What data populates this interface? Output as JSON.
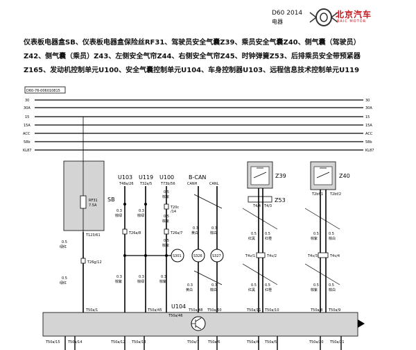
{
  "header": {
    "model": "D60 2014",
    "section": "电器",
    "brand_cn": "北京汽车",
    "brand_en": "BAIC MOTOR"
  },
  "title_lines": [
    "仪表板电器盒SB、仪表板电器盒保险丝RF31、驾驶员安全气囊Z39、乘员安全气囊Z40、侧气囊（驾驶员）",
    "Z42、侧气囊（乘员）Z43、左侧安全气帘Z44、右侧安全气帘Z45、时钟弹簧Z53、后排乘员安全带预紧器",
    "Z165、发动机控制单元U100、安全气囊控制单元U104、车身控制器U103、远程信息技术控制单元U119"
  ],
  "diagram": {
    "code": "D60-76-006010815",
    "rails": [
      "30",
      "30A",
      "15",
      "15A",
      "ACC",
      "58b",
      "KL87"
    ],
    "sb_label": "SB",
    "fuse_name": "RF31",
    "fuse_rating": "7.5A",
    "sb_pin": "T123/61",
    "left_wire": {
      "size": "0.5",
      "color": "绿红"
    },
    "left_conn": "T26g/12",
    "left_wire2": {
      "size": "0.5",
      "color": "绿红"
    },
    "modules": [
      {
        "name": "U103",
        "pin": "T48a/26"
      },
      {
        "name": "U119",
        "pin": "T32a/5"
      },
      {
        "name": "U100",
        "pin": "T73b/56"
      }
    ],
    "bcan": {
      "name": "B-CAN",
      "canh": "CANH",
      "canl": "CANL"
    },
    "u103_wire": {
      "size": "0.3",
      "color": "棕绿"
    },
    "u103_conn": "T26a/8",
    "u119_wire": {
      "size": "0.3",
      "color": "棕绿"
    },
    "u100_wire": {
      "size": "0.5",
      "color": "棕紫"
    },
    "u100_conn1": "T20c",
    "u100_conn1b": "/14",
    "u100_wire2": {
      "size": "0.5",
      "color": "棕紫"
    },
    "u100_conn2": "T26a/7",
    "u100_wire3": {
      "size": "0.5",
      "color": "棕紫"
    },
    "canh_wire": {
      "size": "0.3",
      "color": "黄白"
    },
    "canl_wire": {
      "size": "0.3",
      "color": "棕白"
    },
    "splices": [
      "S301",
      "S326",
      "S327"
    ],
    "lower_wires": [
      {
        "size": "0.3",
        "color": "棕紫"
      },
      {
        "size": "0.3",
        "color": "棕绿"
      },
      {
        "size": "0.3",
        "color": "棕紫"
      },
      {
        "size": "0.3",
        "color": "黄白"
      },
      {
        "size": "0.3",
        "color": "棕白"
      }
    ],
    "z39": {
      "name": "Z39",
      "pin1": "T4/4",
      "pin2": "T4/3"
    },
    "z53": {
      "name": "Z53"
    },
    "z39_wires": [
      {
        "size": "0.5",
        "color": "红黑"
      },
      {
        "size": "0.5",
        "color": "红橙"
      }
    ],
    "z39_conns": [
      "T4v/1",
      "T4v/2"
    ],
    "z39_wires2": [
      {
        "size": "0.5",
        "color": "红黑"
      },
      {
        "size": "0.5",
        "color": "红橙"
      }
    ],
    "z40": {
      "name": "Z40",
      "pin1": "T2bf/1",
      "pin2": "T2bf/2"
    },
    "z40_wires": [
      {
        "size": "0.5",
        "color": "棕紫"
      },
      {
        "size": "0.5",
        "color": "棕白"
      }
    ],
    "z40_conns": [
      "T4v/3",
      "T4v/4"
    ],
    "z40_wires2": [
      {
        "size": "0.5",
        "color": "棕紫"
      },
      {
        "size": "0.5",
        "color": "棕白"
      }
    ],
    "u104_label": "U104",
    "u104_top_pins": [
      "T50a/1",
      "T50a/45",
      "T50a/46",
      "T50a/48",
      "T50a/50",
      "T50a/11",
      "T50a/10",
      "T50a/8",
      "T50a/9"
    ],
    "u104_bottom_pins": [
      "T50a/15",
      "T50a/14",
      "T50a/12",
      "T50a/13",
      "T50a/7",
      "T50a/6",
      "T50a/4",
      "T50a/5",
      "T50a/20",
      "T50a/21"
    ]
  }
}
